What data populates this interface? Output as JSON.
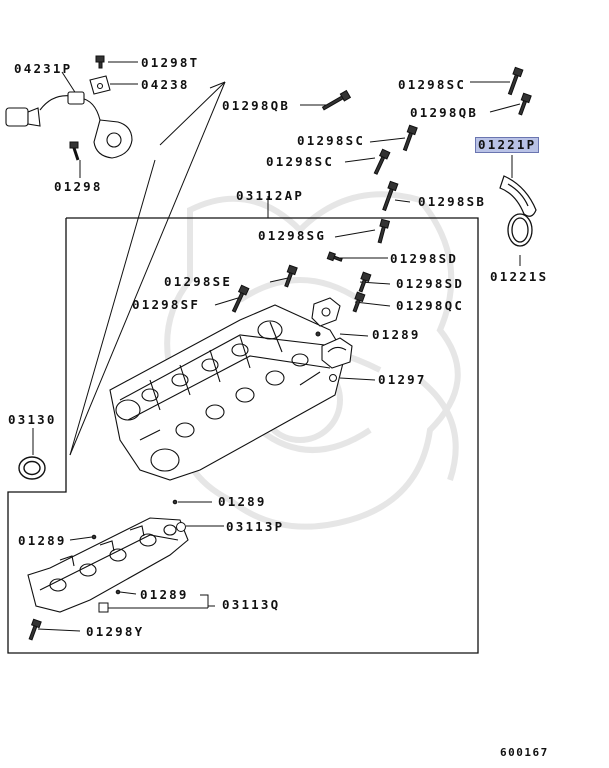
{
  "labels": {
    "p04231P": "04231P",
    "p01298T": "01298T",
    "p04238": "04238",
    "p01298": "01298",
    "p01298QB_a": "01298QB",
    "p01298SC_a": "01298SC",
    "p01298QB_b": "01298QB",
    "p01298SC_b": "01298SC",
    "p01298SC_c": "01298SC",
    "p01221P": "01221P",
    "p03112AP": "03112AP",
    "p01298SB": "01298SB",
    "p01298SG": "01298SG",
    "p01298SD_a": "01298SD",
    "p01298SE": "01298SE",
    "p01298SD_b": "01298SD",
    "p01221S": "01221S",
    "p01298SF": "01298SF",
    "p01298QC": "01298QC",
    "p01289_a": "01289",
    "p01297": "01297",
    "p03130": "03130",
    "p01289_b": "01289",
    "p03113P": "03113P",
    "p01289_c": "01289",
    "p01289_d": "01289",
    "p03113Q": "03113Q",
    "p01298Y": "01298Y"
  },
  "figure_id": "600167",
  "colors": {
    "line": "#111111",
    "highlight": "#b9c2e6",
    "watermark": "#e6e6e6"
  }
}
